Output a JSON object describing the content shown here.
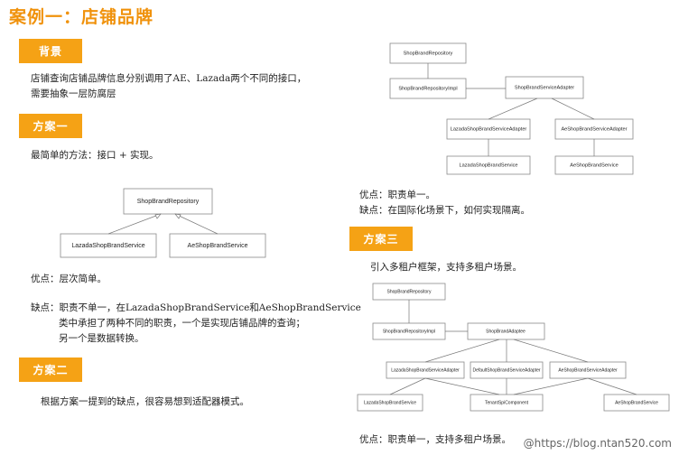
{
  "title": "案例一：店铺品牌",
  "background": {
    "tag": "背景",
    "line1": "店铺查询店铺品牌信息分别调用了AE、Lazada两个不同的接口，",
    "line2": "需要抽象一层防腐层"
  },
  "plan1": {
    "tag": "方案一",
    "desc": "最简单的方法：接口 + 实现。",
    "diagram": {
      "repo": "ShopBrandRepository",
      "lazada": "LazadaShopBrandService",
      "ae": "AeShopBrandService"
    },
    "pros": "优点：层次简单。",
    "cons1": "缺点：职责不单一，在LazadaShopBrandService和AeShopBrandService",
    "cons2": "类中承担了两种不同的职责，一个是实现店铺品牌的查询；",
    "cons3": "另一个是数据转换。"
  },
  "plan2": {
    "tag": "方案二",
    "desc": "根据方案一提到的缺点，很容易想到适配器模式。",
    "diagram": {
      "repo": "ShopBrandRepository",
      "repoImpl": "ShopBrandRepositoryImpl",
      "adapter": "ShopBrandServiceAdapter",
      "lazadaAdapter": "LazadaShopBrandServiceAdapter",
      "aeAdapter": "AeShopBrandServiceAdapter",
      "lazadaService": "LazadaShopBrandService",
      "aeService": "AeShopBrandService"
    },
    "pros": "优点：职责单一。",
    "cons": "缺点：在国际化场景下，如何实现隔离。"
  },
  "plan3": {
    "tag": "方案三",
    "desc": "引入多租户框架，支持多租户场景。",
    "diagram": {
      "repo": "ShopBrandRepository",
      "repoImpl": "ShopBrandRepositoryImpl",
      "adapter": "ShopBrandAdaptee",
      "lazadaAdapter": "LazadaShopBrandServiceAdapter",
      "defaultAdapter": "DefaultShopBrandServiceAdapter",
      "aeAdapter": "AeShopBrandServiceAdapter",
      "lazadaService": "LazadaShopBrandService",
      "tenant": "TenantSpiComponent",
      "aeService": "AeShopBrandService"
    },
    "pros": "优点：职责单一，支持多租户场景。"
  },
  "watermark": "@https://blog.ntan520.com",
  "colors": {
    "accent": "#f5a215",
    "title": "#f0920c"
  }
}
